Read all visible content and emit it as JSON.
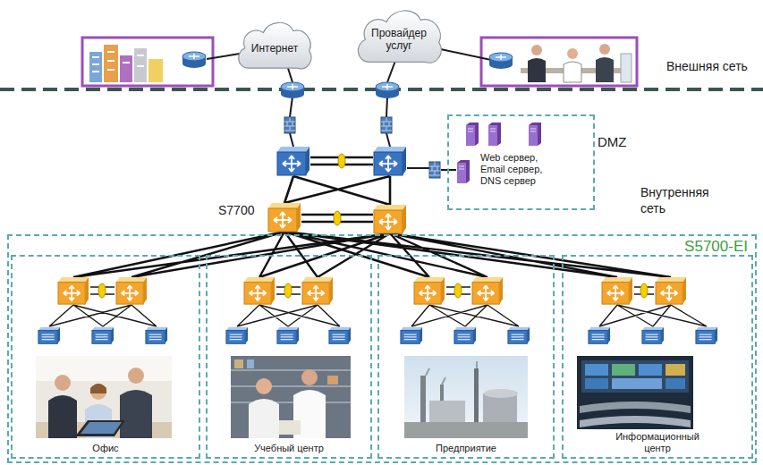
{
  "diagram": {
    "nodes": [
      {
        "text": [
          "Интернет"
        ]
      },
      {
        "text": [
          "Провайдер услуг"
        ]
      },
      {
        "text": [
          "DMZ",
          "Web сервер, Email сервер, DNS сервер"
        ]
      },
      {
        "text": [
          "S5700-EI"
        ]
      },
      {
        "text": [
          "Офис"
        ],
        "in": 3
      },
      {
        "text": [
          "Учебный центр"
        ],
        "in": 3
      },
      {
        "text": [
          "Предприятие"
        ],
        "in": 3
      },
      {
        "text": [
          "Информационный центр"
        ],
        "in": 3
      }
    ],
    "labels": [
      "Внешняя сеть",
      "Внутренняя сеть",
      "S7700"
    ]
  }
}
